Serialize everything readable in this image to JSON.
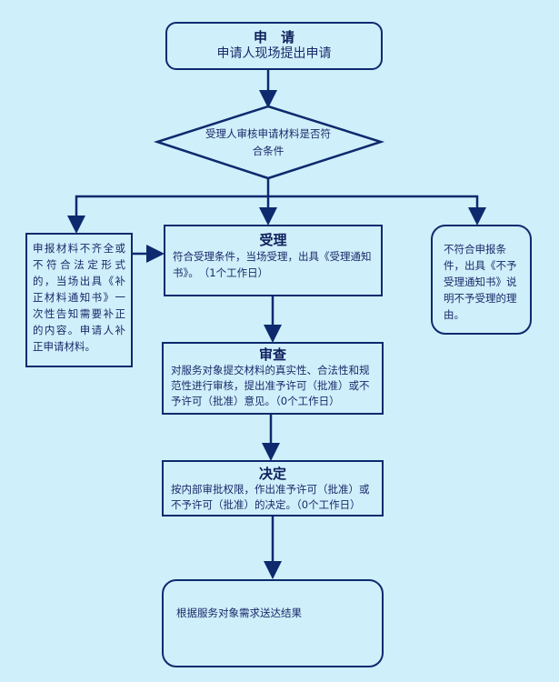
{
  "nodes": {
    "apply": {
      "title": "申　请",
      "text": "申请人现场提出申请"
    },
    "check": {
      "text": "受理人审核申请材料是否符合条件"
    },
    "incomplete": {
      "text": "申报材料不齐全或不符合法定形式的，当场出具《补正材料通知书》一次性告知需要补正的内容。申请人补正申请材料。"
    },
    "accept": {
      "title": "受理",
      "text": "符合受理条件，当场受理，出具《受理通知书》。　（1个工作日）"
    },
    "reject": {
      "text": "不符合申报条件，出具《不予受理通知书》说明不予受理的理由。"
    },
    "review": {
      "title": "审查",
      "text": "对服务对象提交材料的真实性、合法性和规范性进行审核，提出准予许可（批准）或不予许可（批准）意见。（0个工作日）"
    },
    "decide": {
      "title": "决定",
      "text": "按内部审批权限，作出准予许可（批准）或不予许可（批准）的决定。（0个工作日）"
    },
    "deliver": {
      "text": "根据服务对象需求送达结果"
    }
  },
  "colors": {
    "background": "#cfeffa",
    "stroke": "#0d2a6e"
  }
}
